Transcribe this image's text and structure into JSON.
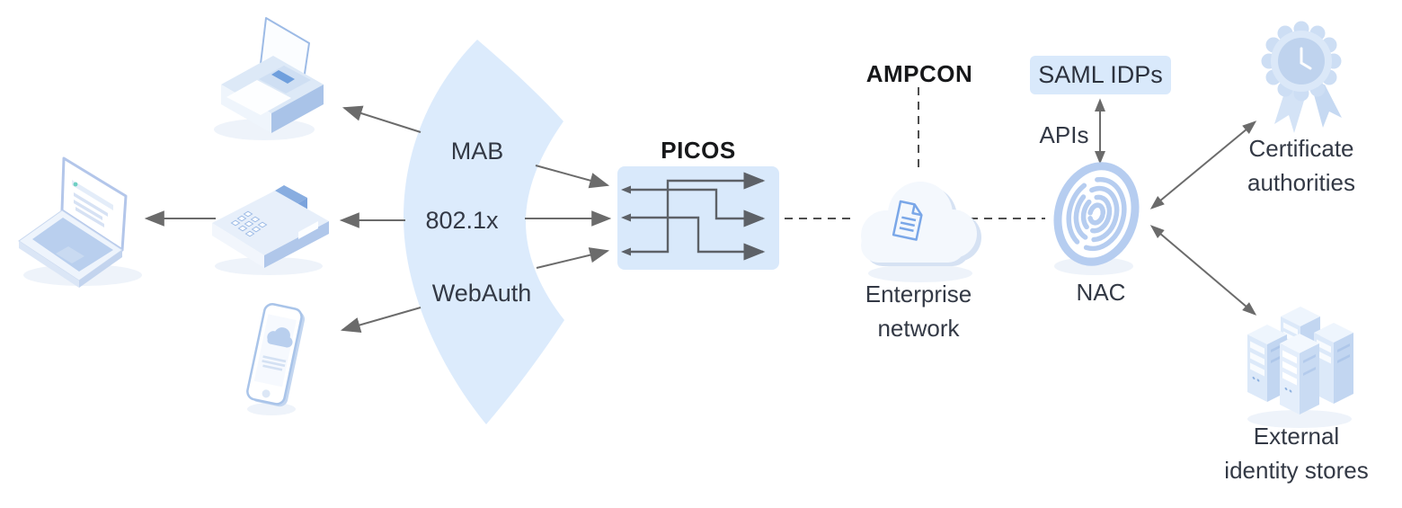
{
  "lens": {
    "mab": "MAB",
    "dot1x": "802.1x",
    "webauth": "WebAuth"
  },
  "picos": {
    "title": "PICOS"
  },
  "ampcon": {
    "title": "AMPCON"
  },
  "enterprise": {
    "label": "Enterprise\nnetwork"
  },
  "saml": {
    "label": "SAML IDPs"
  },
  "apis": {
    "label": "APIs"
  },
  "nac": {
    "label": "NAC"
  },
  "certificate": {
    "label": "Certificate\nauthorities"
  },
  "external": {
    "label": "External\nidentity stores"
  },
  "devices": {
    "printer": "printer",
    "laptop": "laptop",
    "fax": "fax-machine",
    "smartphone": "smartphone"
  },
  "icons": {
    "printer": "printer-icon",
    "laptop": "laptop-icon",
    "fax": "fax-icon",
    "smartphone": "smartphone-icon",
    "cloud": "cloud-icon",
    "nac": "fingerprint-scan-icon",
    "certificate": "award-ribbon-icon",
    "servers": "server-stack-icon",
    "switch_fabric": "switch-fabric-icon"
  },
  "colors": {
    "panel_blue": "#d9e9fb",
    "lens_blue": "#dcebfc",
    "icon_blue": "#a9c4e9",
    "icon_blue_light": "#dce8f8",
    "arrow_gray": "#6b6b6b",
    "dash_gray": "#4e4e4e",
    "text_dark": "#333945",
    "title_dark": "#17181a"
  }
}
